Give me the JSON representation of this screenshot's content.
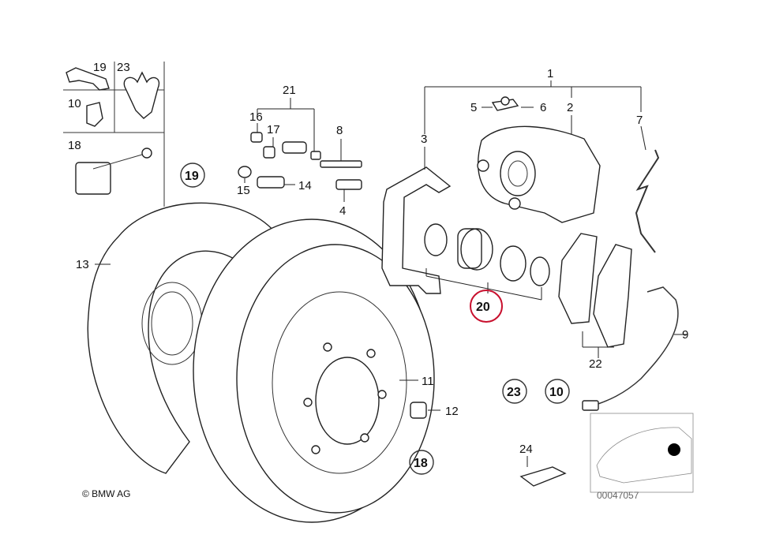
{
  "callouts": {
    "n1": "1",
    "n2": "2",
    "n3": "3",
    "n4": "4",
    "n5": "5",
    "n6": "6",
    "n7": "7",
    "n8": "8",
    "n9": "9",
    "n10": "10",
    "n11": "11",
    "n12": "12",
    "n13": "13",
    "n14": "14",
    "n15": "15",
    "n16": "16",
    "n17": "17",
    "n18": "18",
    "n19": "19",
    "n21": "21",
    "n22": "22",
    "n23": "23",
    "n24": "24"
  },
  "circled_refs": {
    "c19": "19",
    "c20": "20",
    "c23": "23",
    "c10": "10",
    "c18": "18"
  },
  "copyright": "© BMW AG",
  "diagram_id": "00047057",
  "colors": {
    "highlight_circle": "#c8102e",
    "line": "#222222",
    "thumbnail": "#8a8a8a"
  }
}
